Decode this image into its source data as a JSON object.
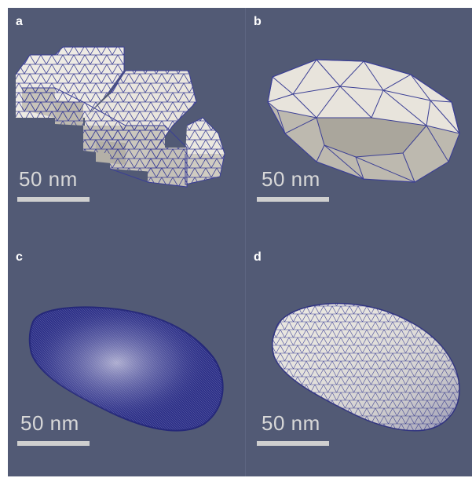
{
  "panels": [
    {
      "label": "a",
      "scale": "50 nm"
    },
    {
      "label": "b",
      "scale": "50 nm"
    },
    {
      "label": "c",
      "scale": "50 nm"
    },
    {
      "label": "d",
      "scale": "50 nm"
    }
  ],
  "colors": {
    "background": "#525a75",
    "surface": "#e8e4dc",
    "mesh_edge": "#2b2f8a",
    "label": "#ffffff",
    "scale_bar": "#cfcfcf"
  }
}
